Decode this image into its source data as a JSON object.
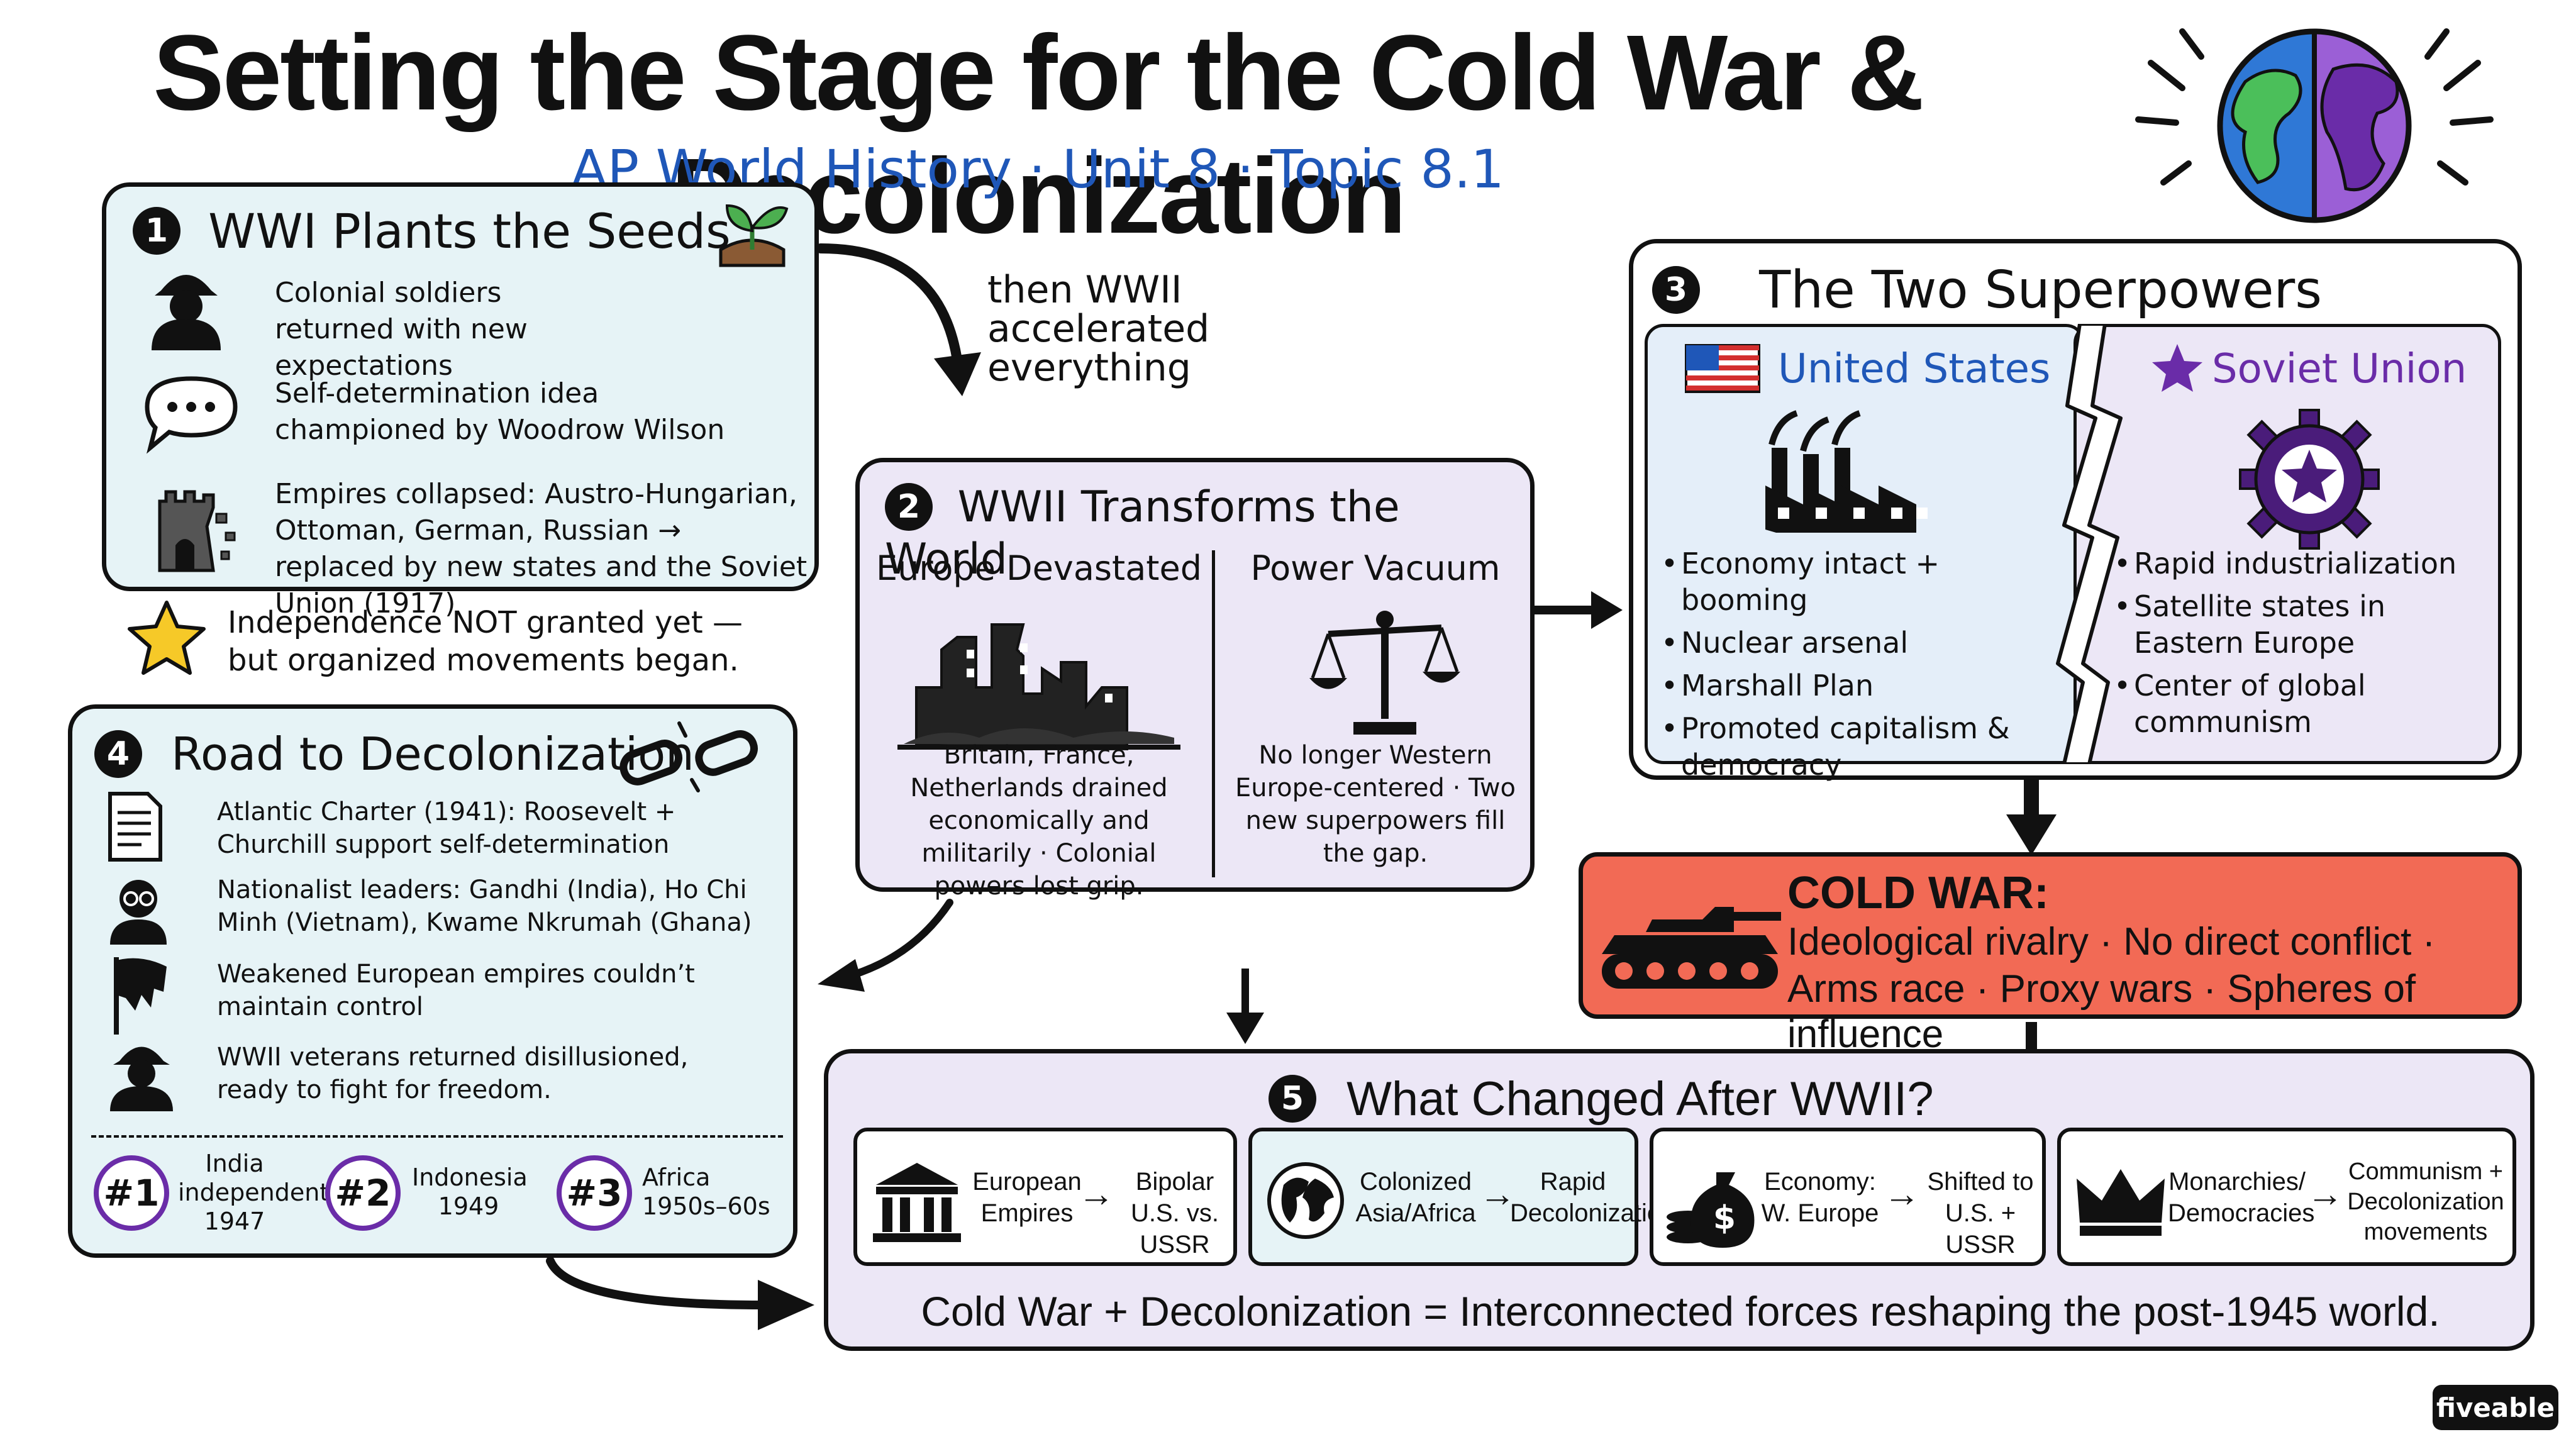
{
  "header": {
    "title": "Setting the Stage for the Cold War & Decolonization",
    "subtitle": "AP World History · Unit 8 · Topic 8.1"
  },
  "section1": {
    "number": "1",
    "title": "WWI Plants the Seeds",
    "items": [
      "Colonial soldiers returned with new expectations",
      "Self-determination idea championed by Woodrow Wilson",
      "Empires collapsed: Austro-Hungarian, Ottoman, German, Russian → replaced by new states and the Soviet Union (1917)"
    ],
    "note": "Independence NOT granted yet — but organized movements began."
  },
  "connector": {
    "text": "then WWII accelerated everything"
  },
  "section2": {
    "number": "2",
    "title": "WWII Transforms the World",
    "left_title": "Europe Devastated",
    "left_text": "Britain, France, Netherlands drained economically and militarily · Colonial powers lost grip.",
    "right_title": "Power Vacuum",
    "right_text": "No longer Western Europe-centered · Two new superpowers fill the gap."
  },
  "section3": {
    "number": "3",
    "title": "The Two Superpowers",
    "us": {
      "name": "United States",
      "items": [
        "Economy intact + booming",
        "Nuclear arsenal",
        "Marshall Plan",
        "Promoted capitalism & democracy"
      ]
    },
    "ussr": {
      "name": "Soviet Union",
      "items": [
        "Rapid industrialization",
        "Satellite states in Eastern Europe",
        "Center of global communism"
      ]
    }
  },
  "coldwar": {
    "label": "COLD WAR:",
    "line1": "Ideological rivalry · No direct conflict ·",
    "line2": "Arms race · Proxy wars · Spheres of influence"
  },
  "section4": {
    "number": "4",
    "title": "Road to Decolonization",
    "items": [
      "Atlantic Charter (1941): Roosevelt + Churchill support self-determination",
      "Nationalist leaders: Gandhi (India), Ho Chi Minh (Vietnam), Kwame Nkrumah (Ghana)",
      "Weakened European empires couldn’t maintain control",
      "WWII veterans returned disillusioned, ready to fight for freedom."
    ],
    "milestones": [
      {
        "rank": "#1",
        "text": "India independent 1947"
      },
      {
        "rank": "#2",
        "text": "Indonesia 1949"
      },
      {
        "rank": "#3",
        "text": "Africa 1950s–60s"
      }
    ]
  },
  "section5": {
    "number": "5",
    "title": "What Changed After WWII?",
    "changes": [
      {
        "from": "European Empires",
        "to": "Bipolar U.S. vs. USSR"
      },
      {
        "from": "Colonized Asia/Africa",
        "to": "Rapid Decolonization"
      },
      {
        "from": "Economy: W. Europe",
        "to": "Shifted to U.S. + USSR"
      },
      {
        "from": "Monarchies/ Democracies",
        "to": "Communism + Decolonization movements"
      }
    ],
    "summary": "Cold War + Decolonization = Interconnected forces reshaping the post-1945 world."
  },
  "brand": {
    "logo": "fiveable"
  },
  "colors": {
    "blue_panel": "#e6f3f6",
    "purple_panel": "#ece7f6",
    "cold_war": "#f26a55",
    "accent_blue": "#1f57b8",
    "accent_purple": "#6a2ca8"
  },
  "icons": [
    "globe-icon",
    "seedling-icon",
    "soldier-icon",
    "speech-bubble-icon",
    "ruined-tower-icon",
    "star-icon",
    "ruined-city-icon",
    "scales-icon",
    "us-flag-icon",
    "factory-icon",
    "soviet-star-icon",
    "gear-star-icon",
    "tank-icon",
    "broken-chain-icon",
    "document-icon",
    "leader-icon",
    "torn-flag-icon",
    "veteran-icon",
    "museum-icon",
    "earth-icon",
    "money-bag-icon",
    "crown-icon"
  ]
}
